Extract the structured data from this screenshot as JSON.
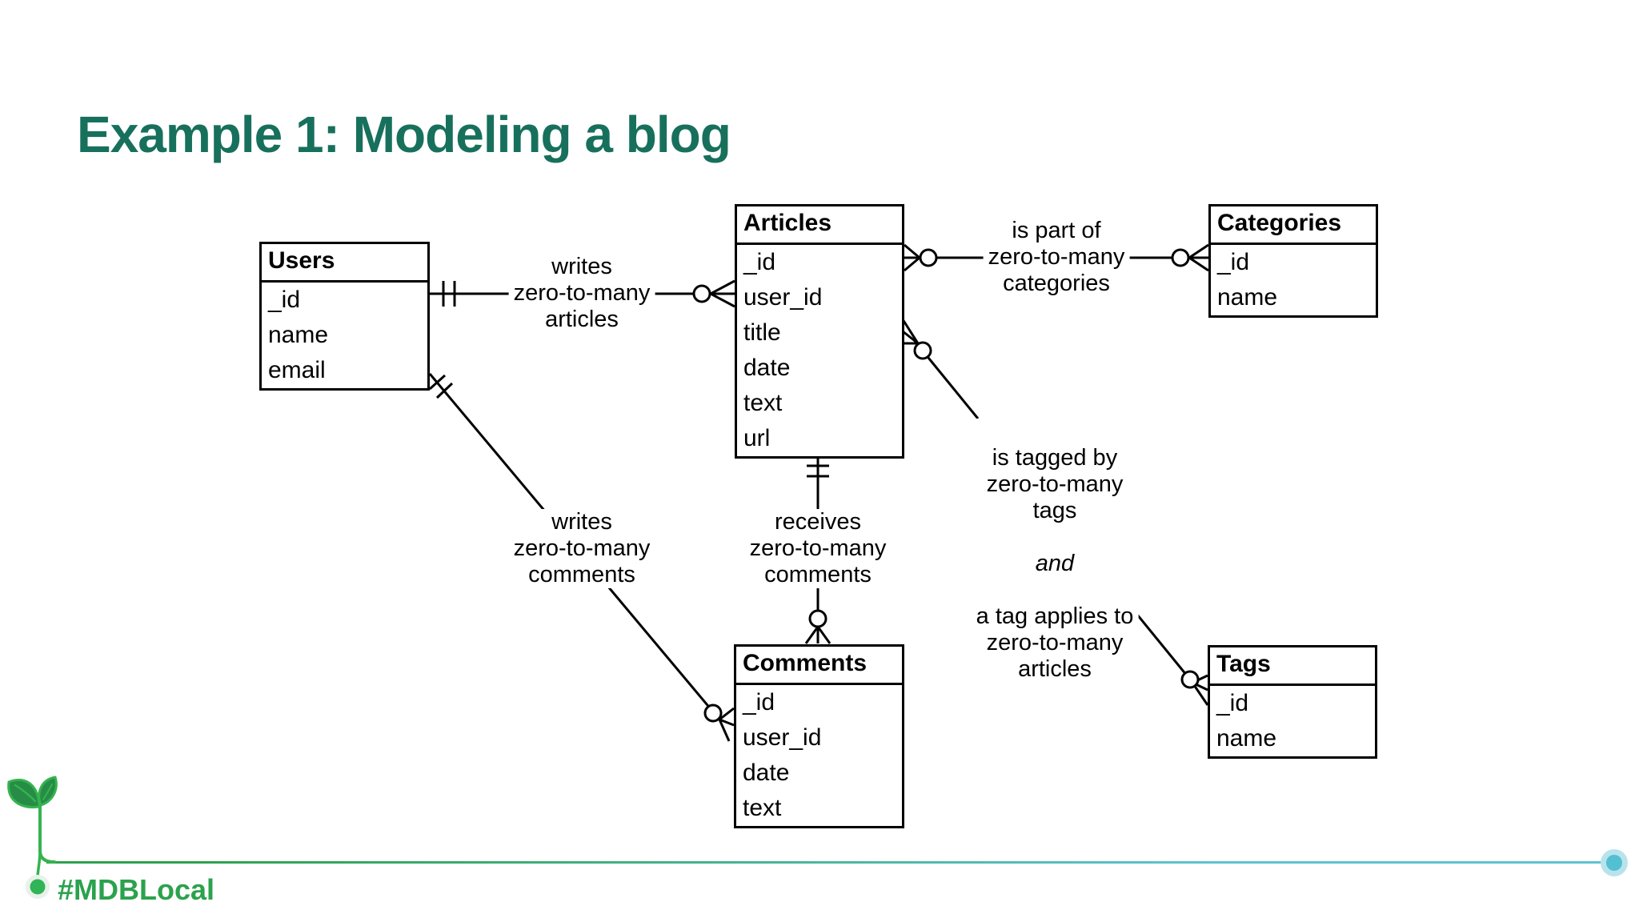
{
  "slide": {
    "title": "Example 1: Modeling a blog",
    "hashtag": "#MDBLocal"
  },
  "entities": [
    {
      "name": "Users",
      "attributes": [
        "_id",
        "name",
        "email"
      ]
    },
    {
      "name": "Articles",
      "attributes": [
        "_id",
        "user_id",
        "title",
        "date",
        "text",
        "url"
      ]
    },
    {
      "name": "Categories",
      "attributes": [
        "_id",
        "name"
      ]
    },
    {
      "name": "Comments",
      "attributes": [
        "_id",
        "user_id",
        "date",
        "text"
      ]
    },
    {
      "name": "Tags",
      "attributes": [
        "_id",
        "name"
      ]
    }
  ],
  "relationships": [
    {
      "from": "Users",
      "to": "Articles",
      "from_cardinality": "exactly-one",
      "to_cardinality": "zero-to-many",
      "label": "writes\nzero-to-many\narticles"
    },
    {
      "from": "Articles",
      "to": "Categories",
      "from_cardinality": "zero-to-many",
      "to_cardinality": "zero-to-many",
      "label": "is part of\nzero-to-many\ncategories"
    },
    {
      "from": "Users",
      "to": "Comments",
      "from_cardinality": "exactly-one",
      "to_cardinality": "zero-to-many",
      "label": "writes\nzero-to-many\ncomments"
    },
    {
      "from": "Articles",
      "to": "Comments",
      "from_cardinality": "exactly-one",
      "to_cardinality": "zero-to-many",
      "label": "receives\nzero-to-many\ncomments"
    },
    {
      "from": "Articles",
      "to": "Tags",
      "from_cardinality": "zero-to-many",
      "to_cardinality": "zero-to-many",
      "label_part1": "is tagged by\nzero-to-many\ntags",
      "label_conjunction": "and",
      "label_part2": "a tag applies to\nzero-to-many\narticles"
    }
  ],
  "colors": {
    "title_green": "#17705C",
    "brand_green": "#2BA24D",
    "accent_teal": "#5EC3D2",
    "diagram_ink": "#000000"
  }
}
